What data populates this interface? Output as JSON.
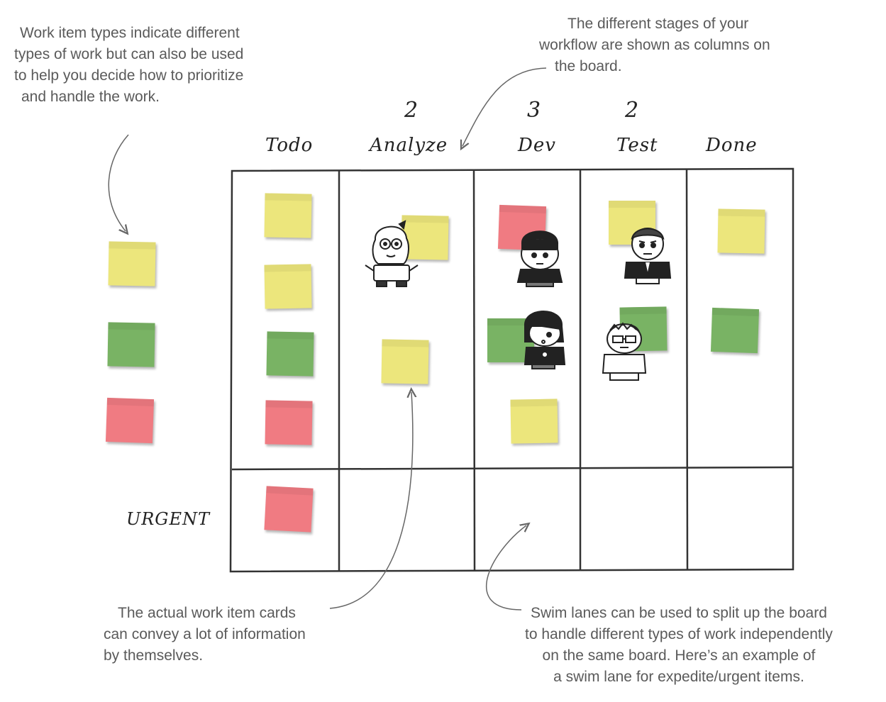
{
  "notes": {
    "work_item_types": [
      "Work item types indicate different",
      "types of work but can also be used",
      "to help you decide how to prioritize",
      "and handle the work."
    ],
    "stages": [
      "The different stages of your",
      "workflow are shown as columns on",
      "the board."
    ],
    "cards": [
      "The actual work item cards",
      "can convey a lot of information",
      "by themselves."
    ],
    "swim_lanes": [
      "Swim lanes can be used to split up the board",
      "to handle different types of work independently",
      "on the same board. Here’s an example of",
      "a swim lane for expedite/urgent items."
    ]
  },
  "columns": [
    {
      "label": "Todo",
      "wip": ""
    },
    {
      "label": "Analyze",
      "wip": "2"
    },
    {
      "label": "Dev",
      "wip": "3"
    },
    {
      "label": "Test",
      "wip": "2"
    },
    {
      "label": "Done",
      "wip": ""
    }
  ],
  "lane_label": "URGENT",
  "colors": {
    "yellow": "#ece67c",
    "green": "#79b364",
    "red": "#f07b82"
  },
  "legend_cards": [
    "yellow",
    "green",
    "red"
  ],
  "cards": {
    "todo": [
      "yellow",
      "yellow",
      "green",
      "red"
    ],
    "analyze": [
      "yellow",
      "yellow"
    ],
    "dev": [
      "red",
      "green",
      "yellow"
    ],
    "test": [
      "yellow",
      "green"
    ],
    "done": [
      "yellow",
      "green"
    ],
    "urgent_todo": [
      "red"
    ]
  },
  "people": [
    "person-analyze",
    "person-dev-1",
    "person-dev-2",
    "person-test-1",
    "person-test-2"
  ]
}
